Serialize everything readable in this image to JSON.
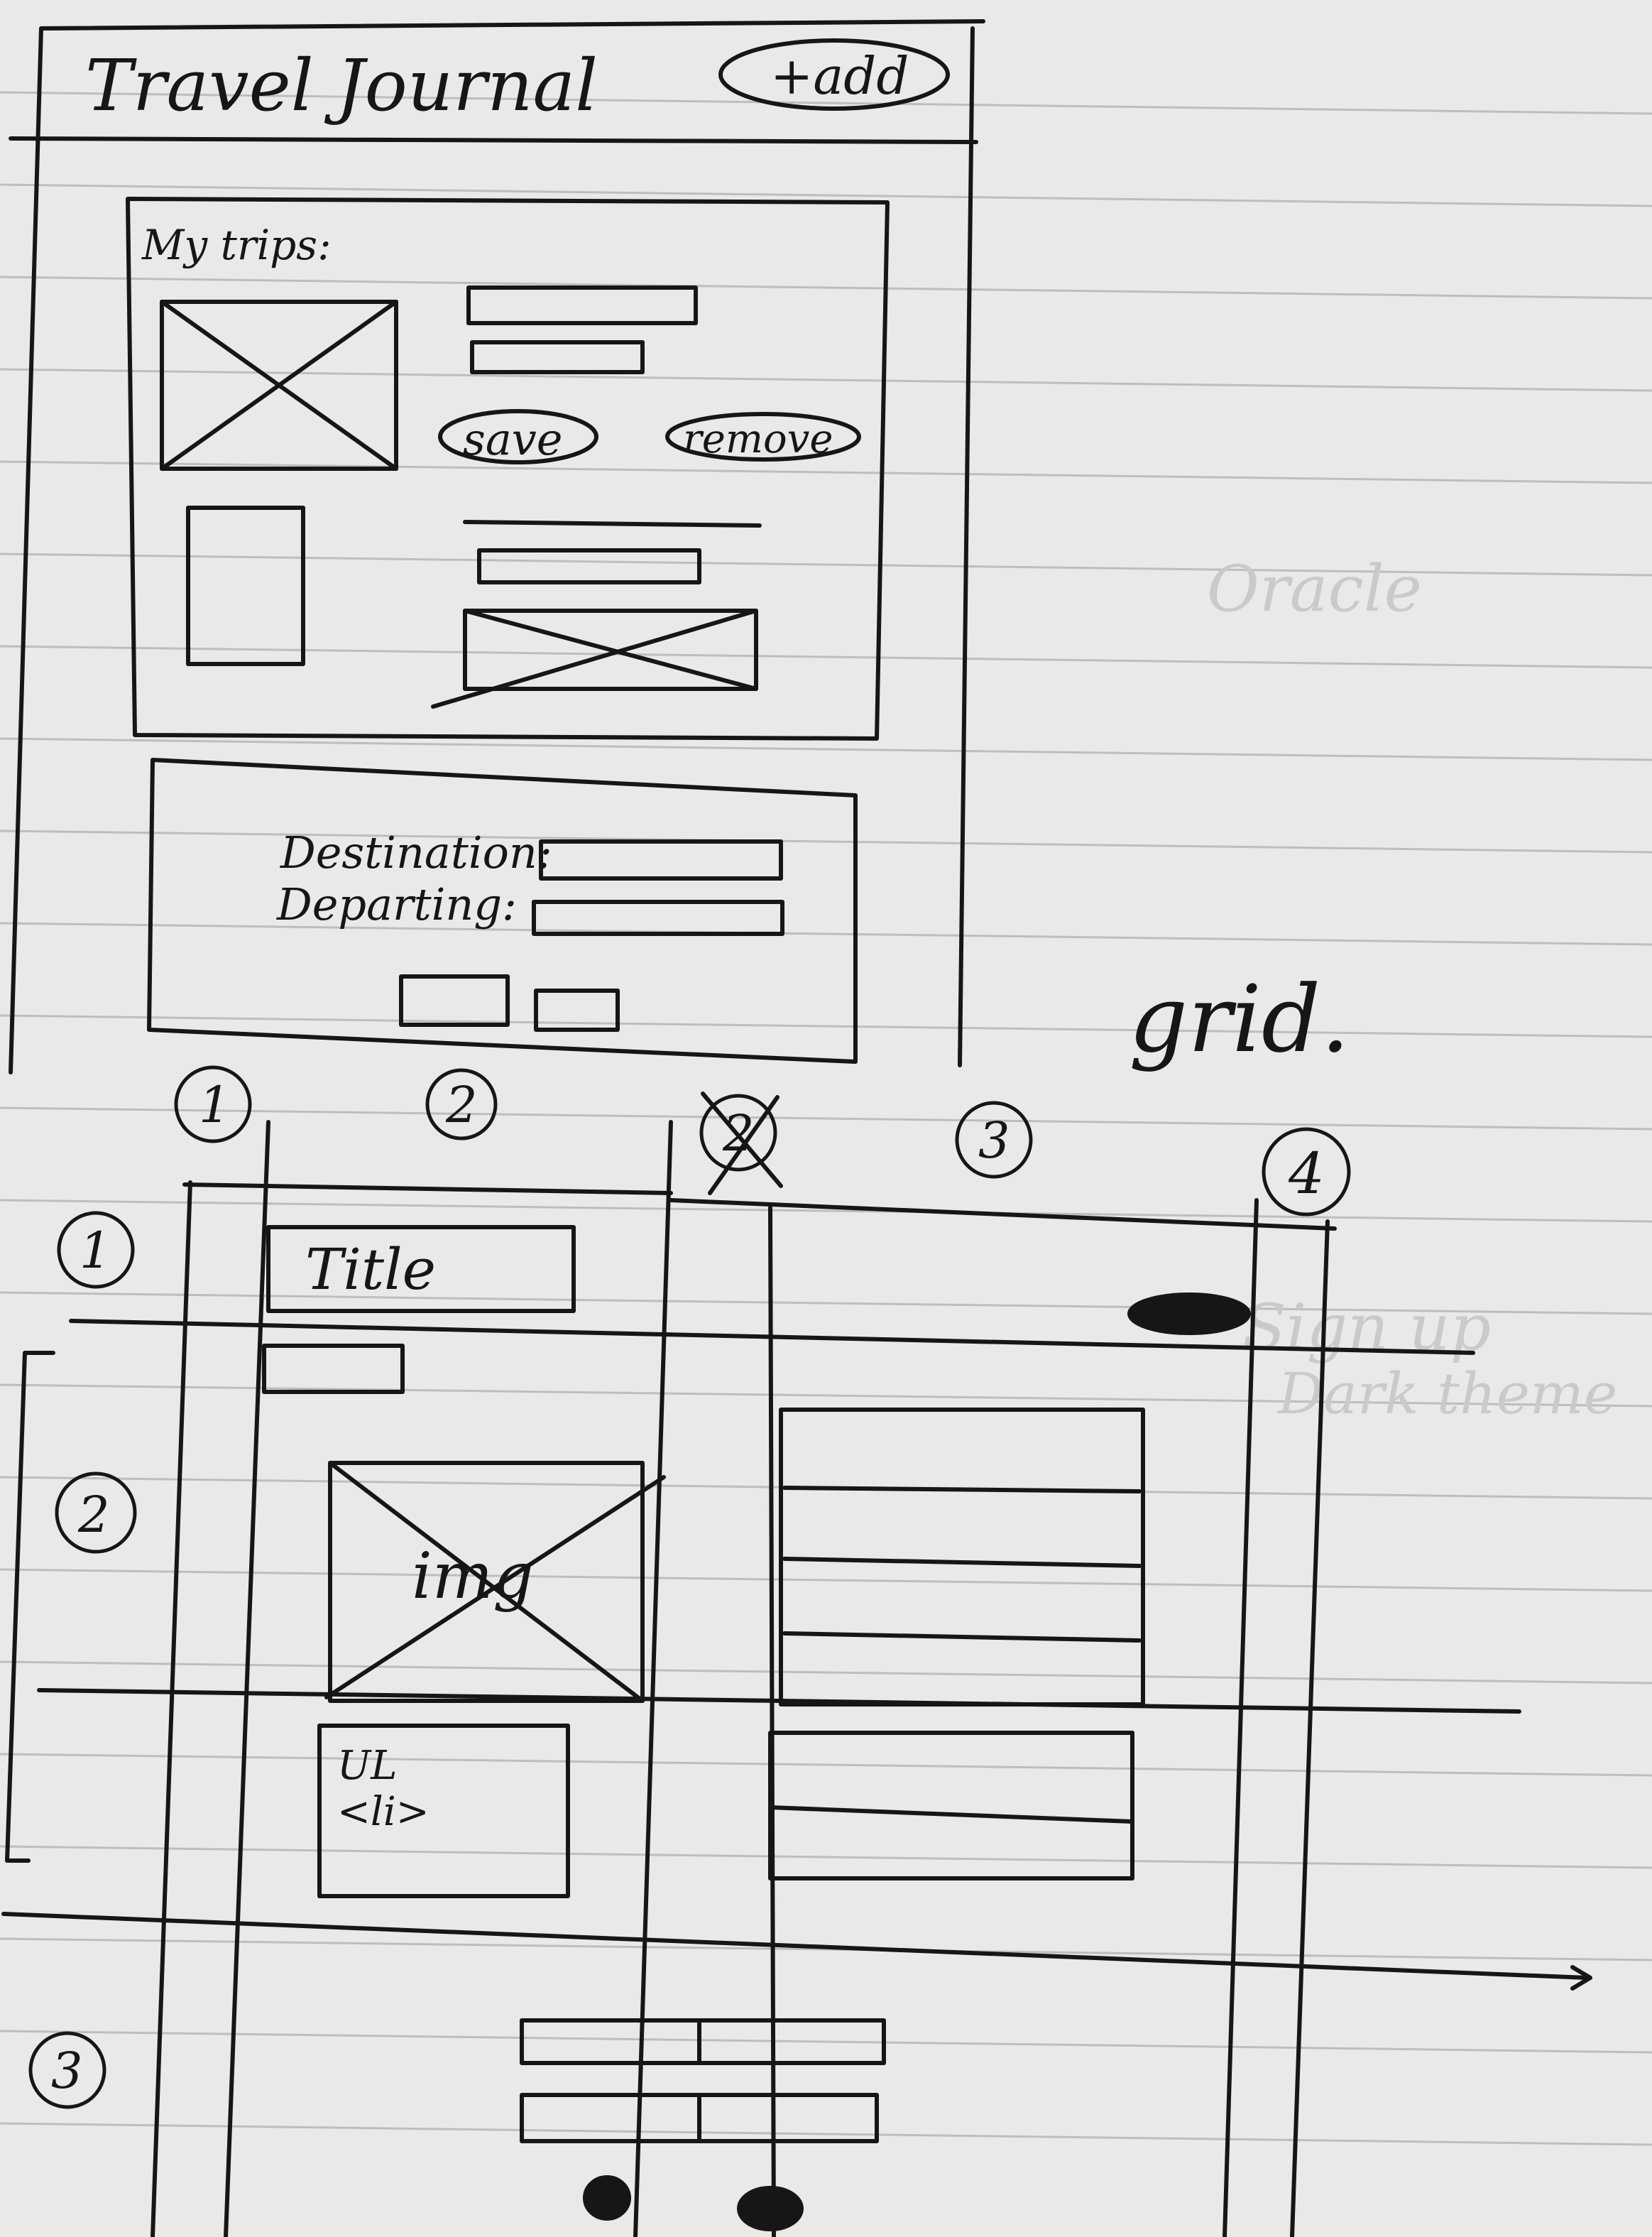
{
  "app": {
    "title": "Travel Journal",
    "add_label": "+add"
  },
  "trips_panel": {
    "heading": "My trips:",
    "save_label": "save",
    "remove_label": "remove"
  },
  "form": {
    "destination_label": "Destination:",
    "departing_label": "Departing:"
  },
  "grid_sketch": {
    "caption": "grid.",
    "column_numbers": [
      "1",
      "2",
      "2",
      "3",
      "4"
    ],
    "row_numbers": [
      "1",
      "2",
      "3"
    ],
    "title_label": "Title",
    "img_label": "img",
    "list_label_1": "UL",
    "list_label_2": "<li>"
  },
  "background_notes": [
    "Oracle",
    "Sign up",
    "Dark theme"
  ]
}
